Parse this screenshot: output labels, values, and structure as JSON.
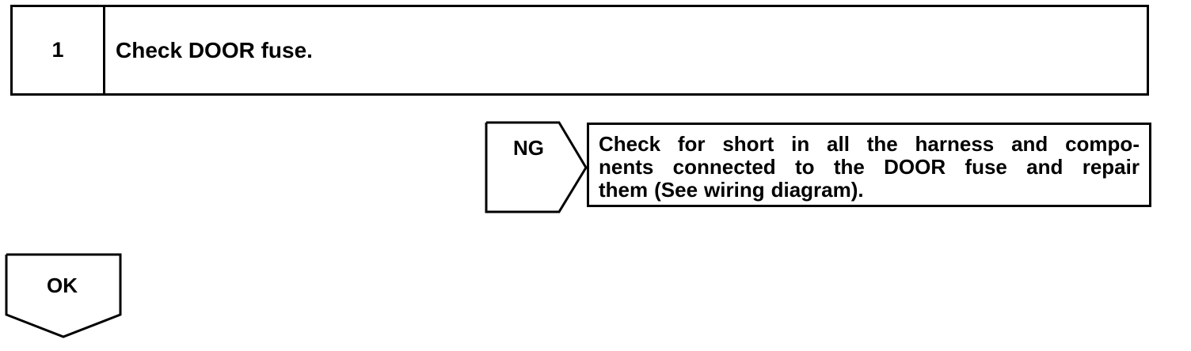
{
  "step": {
    "number": "1",
    "title": "Check DOOR fuse."
  },
  "ng": {
    "label": "NG",
    "action_lines": [
      "Check for short in all the harness and compo-",
      "nents connected to the DOOR fuse and repair",
      "them (See wiring diagram)."
    ]
  },
  "ok": {
    "label": "OK"
  }
}
